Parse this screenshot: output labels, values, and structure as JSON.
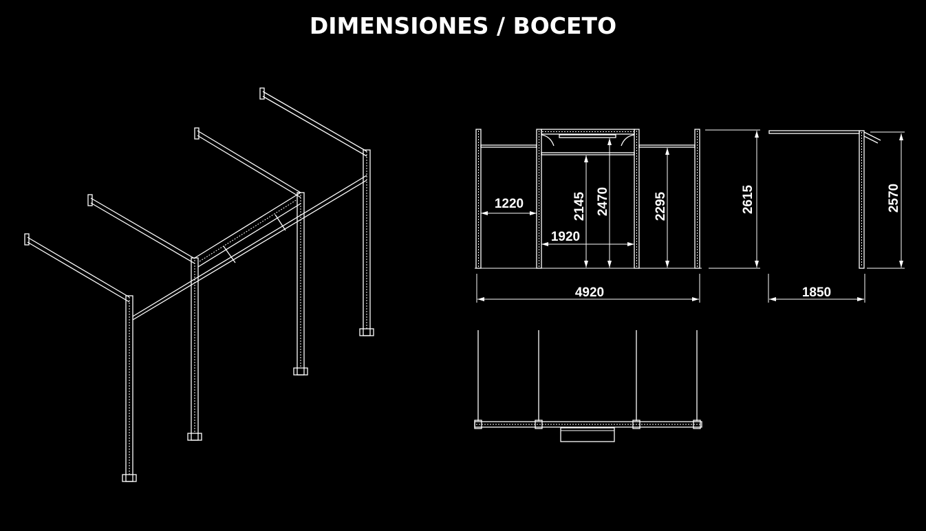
{
  "title": "DIMENSIONES / BOCETO",
  "dimensions": {
    "front_left_bay_width": "1220",
    "center_bay_width": "1920",
    "pullup_bar_height": "2145",
    "top_frame_height": "2470",
    "side_bar_height": "2295",
    "total_front_height": "2615",
    "total_width": "4920",
    "side_height": "2570",
    "depth": "1850"
  }
}
